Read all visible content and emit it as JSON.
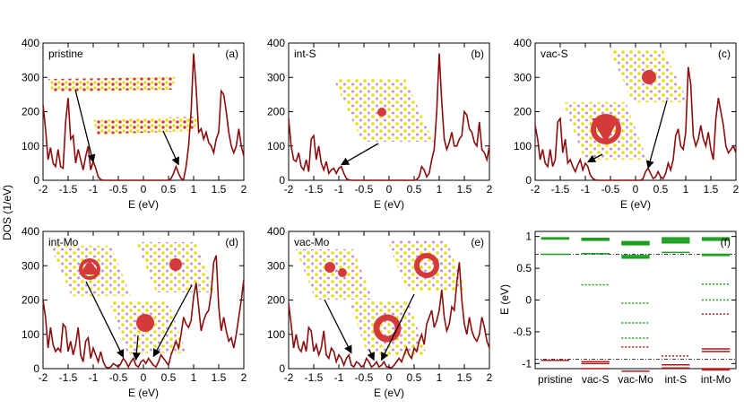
{
  "figure": {
    "ylabel_shared": "DOS (1/eV)",
    "colors": {
      "dos_line": "#8b0d0d",
      "isosurface": "#d43a3a",
      "sulfur_atom": "#e8e000",
      "mo_atom": "#c98fc9",
      "levels_green": "#1e9e1e",
      "levels_red": "#b51818"
    }
  },
  "chart_data": [
    {
      "type": "line",
      "panel_tag": "(a)",
      "title": "pristine",
      "xlabel": "E (eV)",
      "ylabel": "",
      "xlim": [
        -2,
        2
      ],
      "ylim": [
        0,
        400
      ],
      "xticks": [
        -2,
        -1.5,
        -1,
        -0.5,
        0,
        0.5,
        1,
        1.5,
        2
      ],
      "xtick_labels": [
        "-2",
        "-1.5",
        "-1",
        "-0.5",
        "0",
        "0.5",
        "1",
        "1.5",
        "2"
      ],
      "yticks": [
        0,
        100,
        200,
        300,
        400
      ],
      "ytick_labels": [
        "0",
        "100",
        "200",
        "300",
        "400"
      ],
      "x": [
        -2,
        -1.95,
        -1.9,
        -1.85,
        -1.8,
        -1.75,
        -1.7,
        -1.65,
        -1.6,
        -1.55,
        -1.5,
        -1.45,
        -1.4,
        -1.35,
        -1.3,
        -1.25,
        -1.2,
        -1.15,
        -1.1,
        -1.05,
        -1,
        -0.95,
        -0.9,
        -0.85,
        -0.8,
        0.5,
        0.55,
        0.6,
        0.65,
        0.7,
        0.75,
        0.8,
        0.85,
        0.9,
        0.95,
        1,
        1.05,
        1.1,
        1.15,
        1.2,
        1.25,
        1.3,
        1.35,
        1.4,
        1.45,
        1.5,
        1.55,
        1.6,
        1.65,
        1.7,
        1.75,
        1.8,
        1.85,
        1.9,
        1.95,
        2
      ],
      "y": [
        220,
        150,
        60,
        95,
        50,
        40,
        90,
        40,
        35,
        170,
        240,
        120,
        130,
        50,
        90,
        60,
        30,
        70,
        100,
        30,
        55,
        35,
        10,
        2,
        0,
        0,
        5,
        20,
        40,
        20,
        5,
        2,
        40,
        100,
        200,
        370,
        270,
        140,
        150,
        120,
        140,
        110,
        100,
        80,
        120,
        140,
        260,
        250,
        200,
        140,
        100,
        80,
        100,
        150,
        100,
        70
      ],
      "annotations": [
        {
          "target_x": -1.0,
          "target_y": 48
        },
        {
          "target_x": 0.7,
          "target_y": 40
        }
      ]
    },
    {
      "type": "line",
      "panel_tag": "(b)",
      "title": "int-S",
      "xlabel": "E (eV)",
      "ylabel": "",
      "xlim": [
        -2,
        2
      ],
      "ylim": [
        0,
        400
      ],
      "xticks": [
        -2,
        -1.5,
        -1,
        -0.5,
        0,
        0.5,
        1,
        1.5,
        2
      ],
      "xtick_labels": [
        "-2",
        "-1.5",
        "-1",
        "-0.5",
        "0",
        "0.5",
        "1",
        "1.5",
        "2"
      ],
      "yticks": [
        0,
        100,
        200,
        300,
        400
      ],
      "ytick_labels": [
        "0",
        "100",
        "200",
        "300",
        "400"
      ],
      "x": [
        -2,
        -1.95,
        -1.9,
        -1.85,
        -1.8,
        -1.75,
        -1.7,
        -1.65,
        -1.6,
        -1.55,
        -1.5,
        -1.45,
        -1.4,
        -1.35,
        -1.3,
        -1.25,
        -1.2,
        -1.15,
        -1.1,
        -1.05,
        -1,
        -0.95,
        -0.9,
        -0.85,
        -0.8,
        -0.75,
        -0.7,
        0.5,
        0.55,
        0.6,
        0.65,
        0.7,
        0.75,
        0.8,
        0.85,
        0.9,
        0.95,
        1,
        1.05,
        1.1,
        1.15,
        1.2,
        1.25,
        1.3,
        1.35,
        1.4,
        1.45,
        1.5,
        1.55,
        1.6,
        1.65,
        1.7,
        1.75,
        1.8,
        1.85,
        1.9,
        1.95,
        2
      ],
      "y": [
        180,
        100,
        60,
        55,
        80,
        40,
        30,
        60,
        25,
        120,
        130,
        60,
        100,
        50,
        30,
        55,
        20,
        30,
        35,
        20,
        35,
        40,
        20,
        5,
        1,
        0,
        0,
        0,
        2,
        10,
        40,
        30,
        10,
        20,
        60,
        90,
        200,
        370,
        230,
        120,
        90,
        110,
        140,
        100,
        100,
        120,
        130,
        200,
        190,
        150,
        140,
        110,
        100,
        170,
        90,
        80,
        60,
        100
      ],
      "annotations": [
        {
          "target_x": -0.95,
          "target_y": 40
        }
      ]
    },
    {
      "type": "line",
      "panel_tag": "(c)",
      "title": "vac-S",
      "xlabel": "E (eV)",
      "ylabel": "",
      "xlim": [
        -2,
        2
      ],
      "ylim": [
        0,
        400
      ],
      "xticks": [
        -2,
        -1.5,
        -1,
        -0.5,
        0,
        0.5,
        1,
        1.5,
        2
      ],
      "xtick_labels": [
        "-2",
        "-1.5",
        "-1",
        "-0.5",
        "0",
        "0.5",
        "1",
        "1.5",
        "2"
      ],
      "yticks": [
        0,
        100,
        200,
        300,
        400
      ],
      "ytick_labels": [
        "0",
        "100",
        "200",
        "300",
        "400"
      ],
      "x": [
        -2,
        -1.95,
        -1.9,
        -1.85,
        -1.8,
        -1.75,
        -1.7,
        -1.65,
        -1.6,
        -1.55,
        -1.5,
        -1.45,
        -1.4,
        -1.35,
        -1.3,
        -1.25,
        -1.2,
        -1.15,
        -1.1,
        -1.05,
        -1,
        -0.95,
        -0.9,
        -0.85,
        -0.8,
        -0.75,
        0.1,
        0.15,
        0.2,
        0.25,
        0.3,
        0.35,
        0.4,
        0.45,
        0.5,
        0.55,
        0.6,
        0.65,
        0.7,
        0.75,
        0.8,
        0.85,
        0.9,
        0.95,
        1,
        1.05,
        1.1,
        1.15,
        1.2,
        1.25,
        1.3,
        1.35,
        1.4,
        1.45,
        1.5,
        1.55,
        1.6,
        1.65,
        1.7,
        1.75,
        1.8,
        1.85,
        1.9,
        1.95,
        2
      ],
      "y": [
        160,
        120,
        60,
        90,
        50,
        40,
        90,
        40,
        60,
        170,
        180,
        80,
        120,
        50,
        60,
        40,
        25,
        45,
        60,
        30,
        50,
        40,
        15,
        5,
        1,
        0,
        0,
        5,
        25,
        35,
        20,
        5,
        10,
        25,
        10,
        5,
        20,
        50,
        30,
        60,
        130,
        150,
        100,
        90,
        140,
        330,
        280,
        130,
        100,
        120,
        160,
        120,
        100,
        140,
        90,
        60,
        180,
        240,
        200,
        160,
        100,
        80,
        90,
        100,
        80,
        60
      ],
      "annotations": [
        {
          "target_x": -0.95,
          "target_y": 48
        },
        {
          "target_x": 0.25,
          "target_y": 30
        }
      ]
    },
    {
      "type": "line",
      "panel_tag": "(d)",
      "title": "int-Mo",
      "xlabel": "E (eV)",
      "ylabel": "",
      "xlim": [
        -2,
        2
      ],
      "ylim": [
        0,
        400
      ],
      "xticks": [
        -2,
        -1.5,
        -1,
        -0.5,
        0,
        0.5,
        1,
        1.5,
        2
      ],
      "xtick_labels": [
        "-2",
        "-1.5",
        "-1",
        "-0.5",
        "0",
        "0.5",
        "1",
        "1.5",
        "2"
      ],
      "yticks": [
        0,
        100,
        200,
        300,
        400
      ],
      "ytick_labels": [
        "0",
        "100",
        "200",
        "300",
        "400"
      ],
      "x": [
        -2,
        -1.95,
        -1.9,
        -1.85,
        -1.8,
        -1.75,
        -1.7,
        -1.65,
        -1.6,
        -1.55,
        -1.5,
        -1.45,
        -1.4,
        -1.35,
        -1.3,
        -1.25,
        -1.2,
        -1.15,
        -1.1,
        -1.05,
        -1,
        -0.95,
        -0.9,
        -0.85,
        -0.8,
        -0.75,
        -0.7,
        -0.65,
        -0.6,
        -0.55,
        -0.5,
        -0.45,
        -0.4,
        -0.35,
        -0.3,
        -0.25,
        -0.2,
        -0.15,
        -0.1,
        -0.05,
        0,
        0.05,
        0.1,
        0.15,
        0.2,
        0.25,
        0.3,
        0.35,
        0.4,
        0.45,
        0.5,
        0.55,
        0.6,
        0.65,
        0.7,
        0.75,
        0.8,
        0.85,
        0.9,
        0.95,
        1,
        1.05,
        1.1,
        1.15,
        1.2,
        1.25,
        1.3,
        1.35,
        1.4,
        1.45,
        1.5,
        1.55,
        1.6,
        1.65,
        1.7,
        1.75,
        1.8,
        1.85,
        1.9,
        1.95,
        2
      ],
      "y": [
        200,
        150,
        60,
        120,
        70,
        50,
        60,
        50,
        130,
        120,
        50,
        80,
        40,
        70,
        120,
        40,
        20,
        80,
        90,
        30,
        60,
        40,
        20,
        50,
        20,
        5,
        2,
        5,
        15,
        10,
        5,
        15,
        30,
        20,
        5,
        20,
        30,
        10,
        5,
        20,
        25,
        15,
        30,
        20,
        10,
        5,
        20,
        40,
        30,
        20,
        10,
        40,
        60,
        80,
        60,
        100,
        150,
        130,
        120,
        140,
        210,
        250,
        180,
        110,
        140,
        160,
        170,
        220,
        310,
        330,
        180,
        110,
        150,
        110,
        80,
        90,
        60,
        100,
        150,
        200,
        260
      ],
      "annotations": [
        {
          "target_x": -0.4,
          "target_y": 28
        },
        {
          "target_x": -0.15,
          "target_y": 20
        },
        {
          "target_x": 0.2,
          "target_y": 30
        }
      ]
    },
    {
      "type": "line",
      "panel_tag": "(e)",
      "title": "vac-Mo",
      "xlabel": "E (eV)",
      "ylabel": "",
      "xlim": [
        -2,
        2
      ],
      "ylim": [
        0,
        400
      ],
      "xticks": [
        -2,
        -1.5,
        -1,
        -0.5,
        0,
        0.5,
        1,
        1.5,
        2
      ],
      "xtick_labels": [
        "-2",
        "-1.5",
        "-1",
        "-0.5",
        "0",
        "0.5",
        "1",
        "1.5",
        "2"
      ],
      "yticks": [
        0,
        100,
        200,
        300,
        400
      ],
      "ytick_labels": [
        "0",
        "100",
        "200",
        "300",
        "400"
      ],
      "x": [
        -2,
        -1.95,
        -1.9,
        -1.85,
        -1.8,
        -1.75,
        -1.7,
        -1.65,
        -1.6,
        -1.55,
        -1.5,
        -1.45,
        -1.4,
        -1.35,
        -1.3,
        -1.25,
        -1.2,
        -1.15,
        -1.1,
        -1.05,
        -1,
        -0.95,
        -0.9,
        -0.85,
        -0.8,
        -0.75,
        -0.7,
        -0.65,
        -0.6,
        -0.55,
        -0.5,
        -0.45,
        -0.4,
        -0.35,
        -0.3,
        -0.25,
        -0.2,
        -0.15,
        -0.1,
        -0.05,
        0,
        0.05,
        0.1,
        0.15,
        0.2,
        0.25,
        0.3,
        0.35,
        0.4,
        0.45,
        0.5,
        0.55,
        0.6,
        0.65,
        0.7,
        0.75,
        0.8,
        0.85,
        0.9,
        0.95,
        1,
        1.05,
        1.1,
        1.15,
        1.2,
        1.25,
        1.3,
        1.35,
        1.4,
        1.45,
        1.5,
        1.55,
        1.6,
        1.65,
        1.7,
        1.75,
        1.8,
        1.85,
        1.9,
        1.95,
        2
      ],
      "y": [
        190,
        130,
        60,
        100,
        60,
        50,
        80,
        50,
        120,
        110,
        50,
        70,
        40,
        60,
        110,
        40,
        30,
        60,
        50,
        20,
        40,
        30,
        10,
        30,
        40,
        10,
        5,
        20,
        15,
        5,
        10,
        30,
        20,
        5,
        10,
        20,
        5,
        10,
        20,
        5,
        5,
        2,
        10,
        20,
        30,
        20,
        40,
        60,
        40,
        30,
        60,
        50,
        80,
        100,
        70,
        130,
        150,
        170,
        120,
        140,
        170,
        230,
        150,
        110,
        130,
        180,
        170,
        250,
        310,
        200,
        130,
        100,
        150,
        110,
        90,
        80,
        100,
        150,
        120,
        80,
        60
      ],
      "annotations": [
        {
          "target_x": -0.75,
          "target_y": 40
        },
        {
          "target_x": -0.3,
          "target_y": 20
        },
        {
          "target_x": -0.15,
          "target_y": 20
        }
      ]
    },
    {
      "type": "levels",
      "panel_tag": "(f)",
      "title": "",
      "xlabel": "",
      "ylabel": "E (eV)",
      "ylim": [
        -1.08,
        1.08
      ],
      "yticks": [
        -1,
        -0.5,
        0,
        0.5,
        1
      ],
      "ytick_labels": [
        "-1",
        "-0.5",
        "0",
        "0.5",
        "1"
      ],
      "categories": [
        "pristine",
        "vac-S",
        "vac-Mo",
        "int-S",
        "int-Mo"
      ],
      "reference_lines": [
        0.72,
        -0.93
      ],
      "levels": [
        {
          "category": "pristine",
          "solid_green": [
            0.98,
            0.97,
            0.96,
            0.72
          ],
          "solid_red": [
            -0.95
          ],
          "dotted_green": [],
          "dotted_red": []
        },
        {
          "category": "vac-S",
          "solid_green": [
            0.97,
            0.95,
            0.94,
            0.73
          ],
          "solid_red": [
            -0.97,
            -1.0,
            -1.08
          ],
          "dotted_green": [
            0.24
          ],
          "dotted_red": []
        },
        {
          "category": "vac-Mo",
          "solid_green": [
            0.92,
            0.91,
            0.9,
            0.89,
            0.88,
            0.87,
            0.7,
            0.68,
            0.66
          ],
          "solid_red": [
            -1.12
          ],
          "dotted_green": [
            -0.05,
            -0.36,
            -0.6
          ],
          "dotted_red": [
            -0.74
          ]
        },
        {
          "category": "int-S",
          "solid_green": [
            0.98,
            0.96,
            0.94,
            0.92,
            0.9,
            0.75
          ],
          "solid_red": [
            -1.02,
            -1.07
          ],
          "dotted_green": [],
          "dotted_red": [
            -0.88
          ]
        },
        {
          "category": "int-Mo",
          "solid_green": [
            0.98,
            0.96,
            0.94,
            0.72,
            0.7
          ],
          "solid_red": [
            -0.77,
            -0.81,
            -1.08,
            -1.1
          ],
          "dotted_green": [
            0.25,
            0.0
          ],
          "dotted_red": [
            -0.22
          ]
        }
      ]
    }
  ]
}
